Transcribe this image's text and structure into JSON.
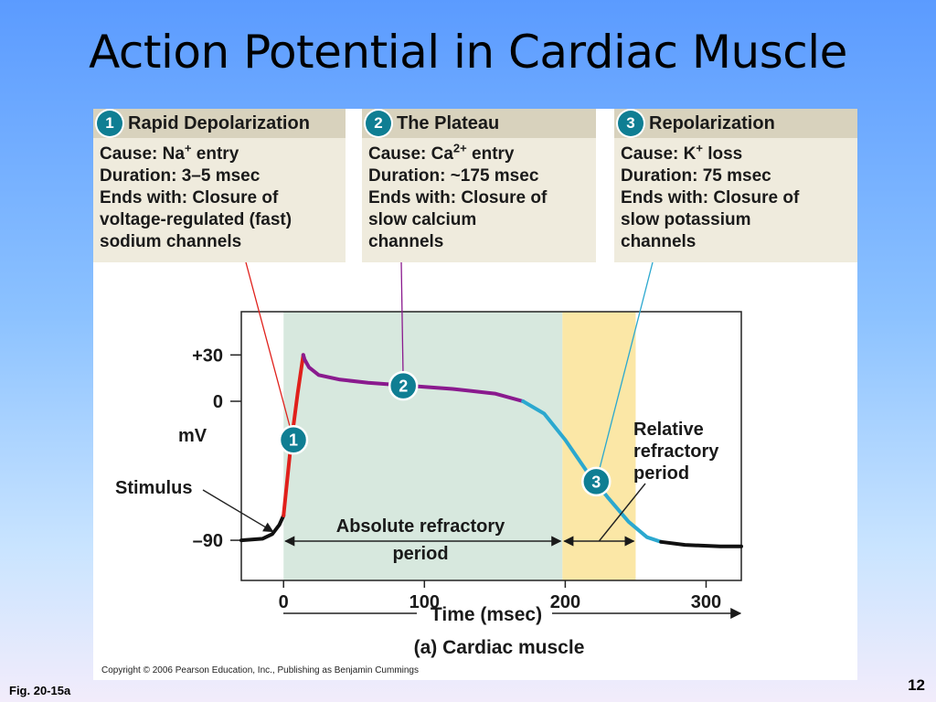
{
  "slide": {
    "title": "Action Potential in Cardiac Muscle",
    "fig_label": "Fig. 20-15a",
    "page_number": "12",
    "copyright": "Copyright © 2006 Pearson Education, Inc., Publishing as Benjamin Cummings"
  },
  "phases": [
    {
      "number": "1",
      "title": "Rapid Depolarization",
      "cause_prefix": "Cause: Na",
      "cause_sup": "+",
      "cause_suffix": " entry",
      "duration": "Duration: 3–5 msec",
      "ends_line1": "Ends with: Closure of",
      "ends_line2": "voltage-regulated (fast)",
      "ends_line3": "sodium channels"
    },
    {
      "number": "2",
      "title": "The Plateau",
      "cause_prefix": "Cause: Ca",
      "cause_sup": "2+",
      "cause_suffix": " entry",
      "duration": "Duration: ~175 msec",
      "ends_line1": "Ends with: Closure of",
      "ends_line2": "slow calcium",
      "ends_line3": "channels"
    },
    {
      "number": "3",
      "title": "Repolarization",
      "cause_prefix": "Cause: K",
      "cause_sup": "+",
      "cause_suffix": " loss",
      "duration": "Duration: 75 msec",
      "ends_line1": "Ends with: Closure of",
      "ends_line2": "slow potassium",
      "ends_line3": "channels"
    }
  ],
  "colors": {
    "depolarization": "#e0201b",
    "plateau": "#8a1a8e",
    "repolarization": "#2ba8cf",
    "resting": "#111111",
    "absolute_refractory_fill": "#d7e8de",
    "relative_refractory_fill": "#fbe7a6",
    "badge": "#0f7e93"
  },
  "chart_data": {
    "type": "line",
    "title": "",
    "caption": "(a) Cardiac muscle",
    "xlabel": "Time (msec)",
    "ylabel": "mV",
    "xlim": [
      -30,
      325
    ],
    "ylim": [
      -116,
      58
    ],
    "x_ticks": [
      0,
      100,
      200,
      300
    ],
    "y_ticks": [
      {
        "value": 30,
        "label": "+30"
      },
      {
        "value": 0,
        "label": "0"
      },
      {
        "value": -90,
        "label": "–90"
      }
    ],
    "series": [
      {
        "segment": "resting",
        "points": [
          [
            -30,
            -90
          ],
          [
            -15,
            -89
          ],
          [
            -8,
            -86
          ],
          [
            -3,
            -80
          ],
          [
            0,
            -74
          ]
        ]
      },
      {
        "segment": "depolarization",
        "points": [
          [
            0,
            -74
          ],
          [
            5,
            -30
          ],
          [
            10,
            5
          ],
          [
            14,
            30
          ]
        ]
      },
      {
        "segment": "plateau",
        "points": [
          [
            14,
            30
          ],
          [
            15,
            27
          ],
          [
            18,
            22
          ],
          [
            25,
            17
          ],
          [
            40,
            14
          ],
          [
            60,
            12
          ],
          [
            90,
            10
          ],
          [
            120,
            8
          ],
          [
            150,
            5
          ],
          [
            170,
            0
          ]
        ]
      },
      {
        "segment": "repolarization",
        "points": [
          [
            170,
            0
          ],
          [
            185,
            -8
          ],
          [
            200,
            -25
          ],
          [
            215,
            -45
          ],
          [
            230,
            -62
          ],
          [
            245,
            -78
          ],
          [
            258,
            -88
          ],
          [
            268,
            -91
          ]
        ]
      },
      {
        "segment": "resting",
        "points": [
          [
            268,
            -91
          ],
          [
            285,
            -93
          ],
          [
            310,
            -94
          ],
          [
            325,
            -94
          ]
        ]
      }
    ],
    "regions": [
      {
        "name": "absolute_refractory",
        "label": "Absolute refractory period",
        "x_start": 0,
        "x_end": 198
      },
      {
        "name": "relative_refractory",
        "label": "Relative refractory period",
        "x_start": 198,
        "x_end": 250
      }
    ],
    "markers": [
      {
        "number": "1",
        "x": 7,
        "y": -25
      },
      {
        "number": "2",
        "x": 85,
        "y": 10
      },
      {
        "number": "3",
        "x": 222,
        "y": -52
      }
    ],
    "annotations": [
      {
        "text": "Stimulus",
        "x": -5,
        "y": -82
      },
      {
        "line1": "Relative",
        "line2": "refractory",
        "line3": "period"
      },
      {
        "line1": "Absolute refractory",
        "line2": "period"
      }
    ]
  }
}
